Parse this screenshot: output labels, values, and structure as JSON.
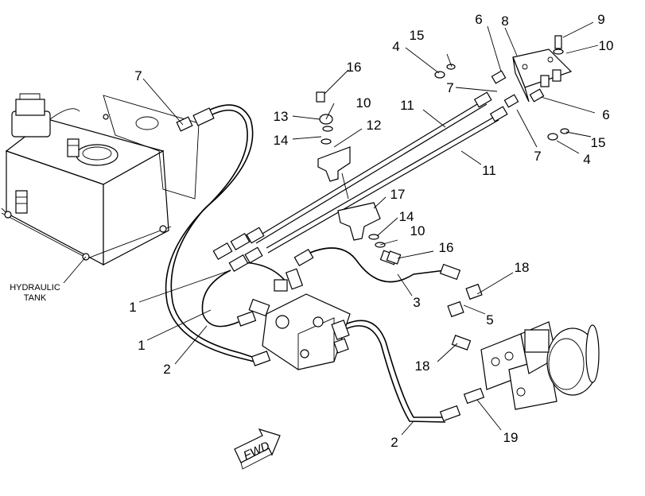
{
  "labels": {
    "tank": [
      "HYDRAULIC",
      "TANK"
    ],
    "fwd": "FWD"
  },
  "callouts": [
    {
      "id": "c1a",
      "text": "1"
    },
    {
      "id": "c1b",
      "text": "1"
    },
    {
      "id": "c2a",
      "text": "2"
    },
    {
      "id": "c2b",
      "text": "2"
    },
    {
      "id": "c3",
      "text": "3"
    },
    {
      "id": "c4a",
      "text": "4"
    },
    {
      "id": "c4b",
      "text": "4"
    },
    {
      "id": "c5",
      "text": "5"
    },
    {
      "id": "c6a",
      "text": "6"
    },
    {
      "id": "c6b",
      "text": "6"
    },
    {
      "id": "c7a",
      "text": "7"
    },
    {
      "id": "c7b",
      "text": "7"
    },
    {
      "id": "c7c",
      "text": "7"
    },
    {
      "id": "c8",
      "text": "8"
    },
    {
      "id": "c9",
      "text": "9"
    },
    {
      "id": "c10a",
      "text": "10"
    },
    {
      "id": "c10b",
      "text": "10"
    },
    {
      "id": "c10c",
      "text": "10"
    },
    {
      "id": "c11a",
      "text": "11"
    },
    {
      "id": "c11b",
      "text": "11"
    },
    {
      "id": "c12",
      "text": "12"
    },
    {
      "id": "c13",
      "text": "13"
    },
    {
      "id": "c14a",
      "text": "14"
    },
    {
      "id": "c14b",
      "text": "14"
    },
    {
      "id": "c15a",
      "text": "15"
    },
    {
      "id": "c15b",
      "text": "15"
    },
    {
      "id": "c16a",
      "text": "16"
    },
    {
      "id": "c16b",
      "text": "16"
    },
    {
      "id": "c17",
      "text": "17"
    },
    {
      "id": "c18a",
      "text": "18"
    },
    {
      "id": "c18b",
      "text": "18"
    },
    {
      "id": "c19",
      "text": "19"
    }
  ]
}
